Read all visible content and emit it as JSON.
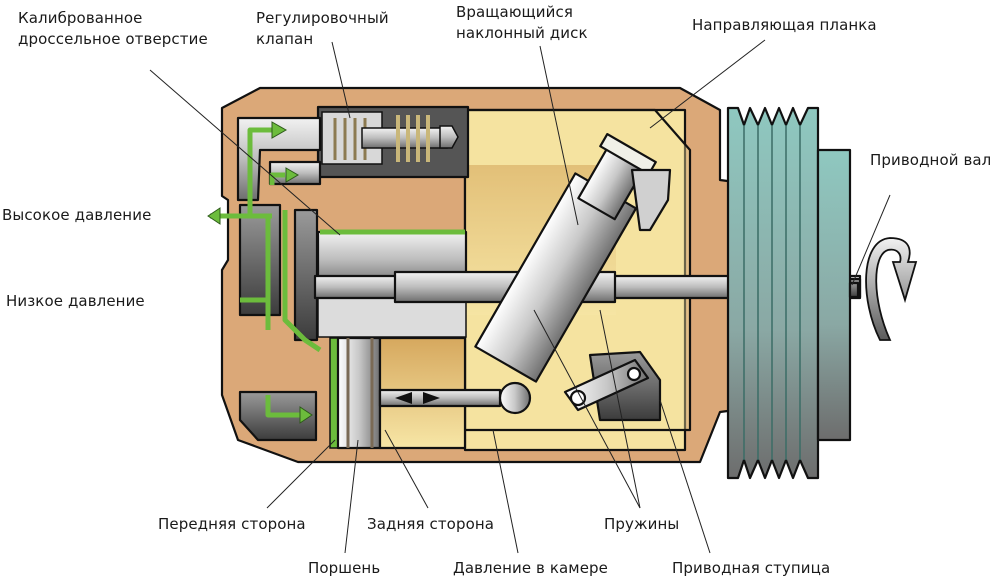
{
  "title": "Устройство компрессора с наклонной шайбой",
  "colors": {
    "housing": "#dba878",
    "chamber_light": "#f6e3a0",
    "chamber_dark": "#d9ad62",
    "metal": "#b8b8b8",
    "pulley": "#8fc3bb",
    "flow_green": "#6cbc3c",
    "outline": "#111111"
  },
  "labels": {
    "calibrated_orifice": [
      "Калиброванное",
      "дроссельное отверстие"
    ],
    "control_valve": [
      "Регулировочный",
      "клапан"
    ],
    "swash_plate": [
      "Вращающийся",
      "наклонный диск"
    ],
    "guide_bar": "Направляющая планка",
    "drive_shaft": "Приводной вал",
    "high_pressure": "Высокое давление",
    "low_pressure": "Низкое давление",
    "front_side": "Передняя сторона",
    "rear_side": "Задняя сторона",
    "piston": "Поршень",
    "chamber_pressure": "Давление в камере",
    "springs": "Пружины",
    "drive_hub": "Приводная ступица"
  }
}
